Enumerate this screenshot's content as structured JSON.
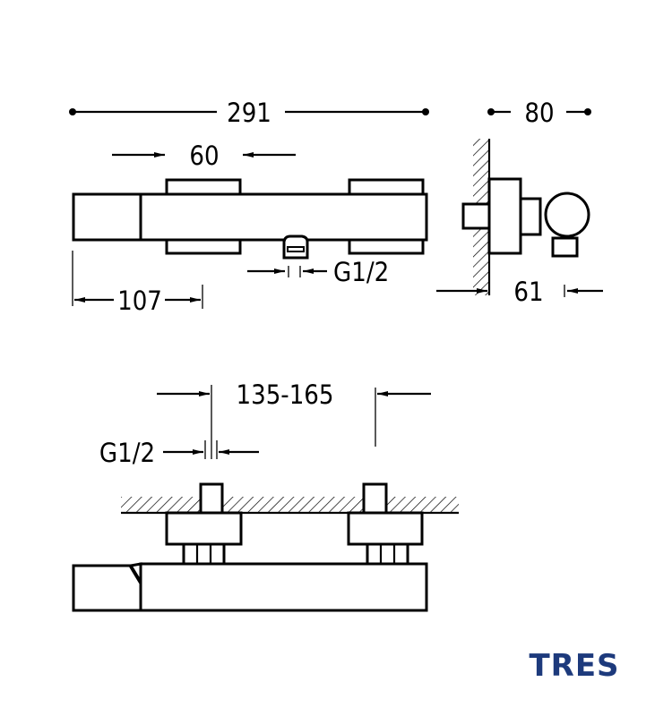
{
  "dimensions": {
    "overall_length": "291",
    "depth": "80",
    "handle_spacing": "60",
    "handle_offset": "107",
    "outlet_thread": "G1/2",
    "wall_distance": "61",
    "inlet_centers": "135-165",
    "inlet_thread": "G1/2"
  },
  "brand": {
    "name": "TRES",
    "color": "#1d3a7c"
  }
}
